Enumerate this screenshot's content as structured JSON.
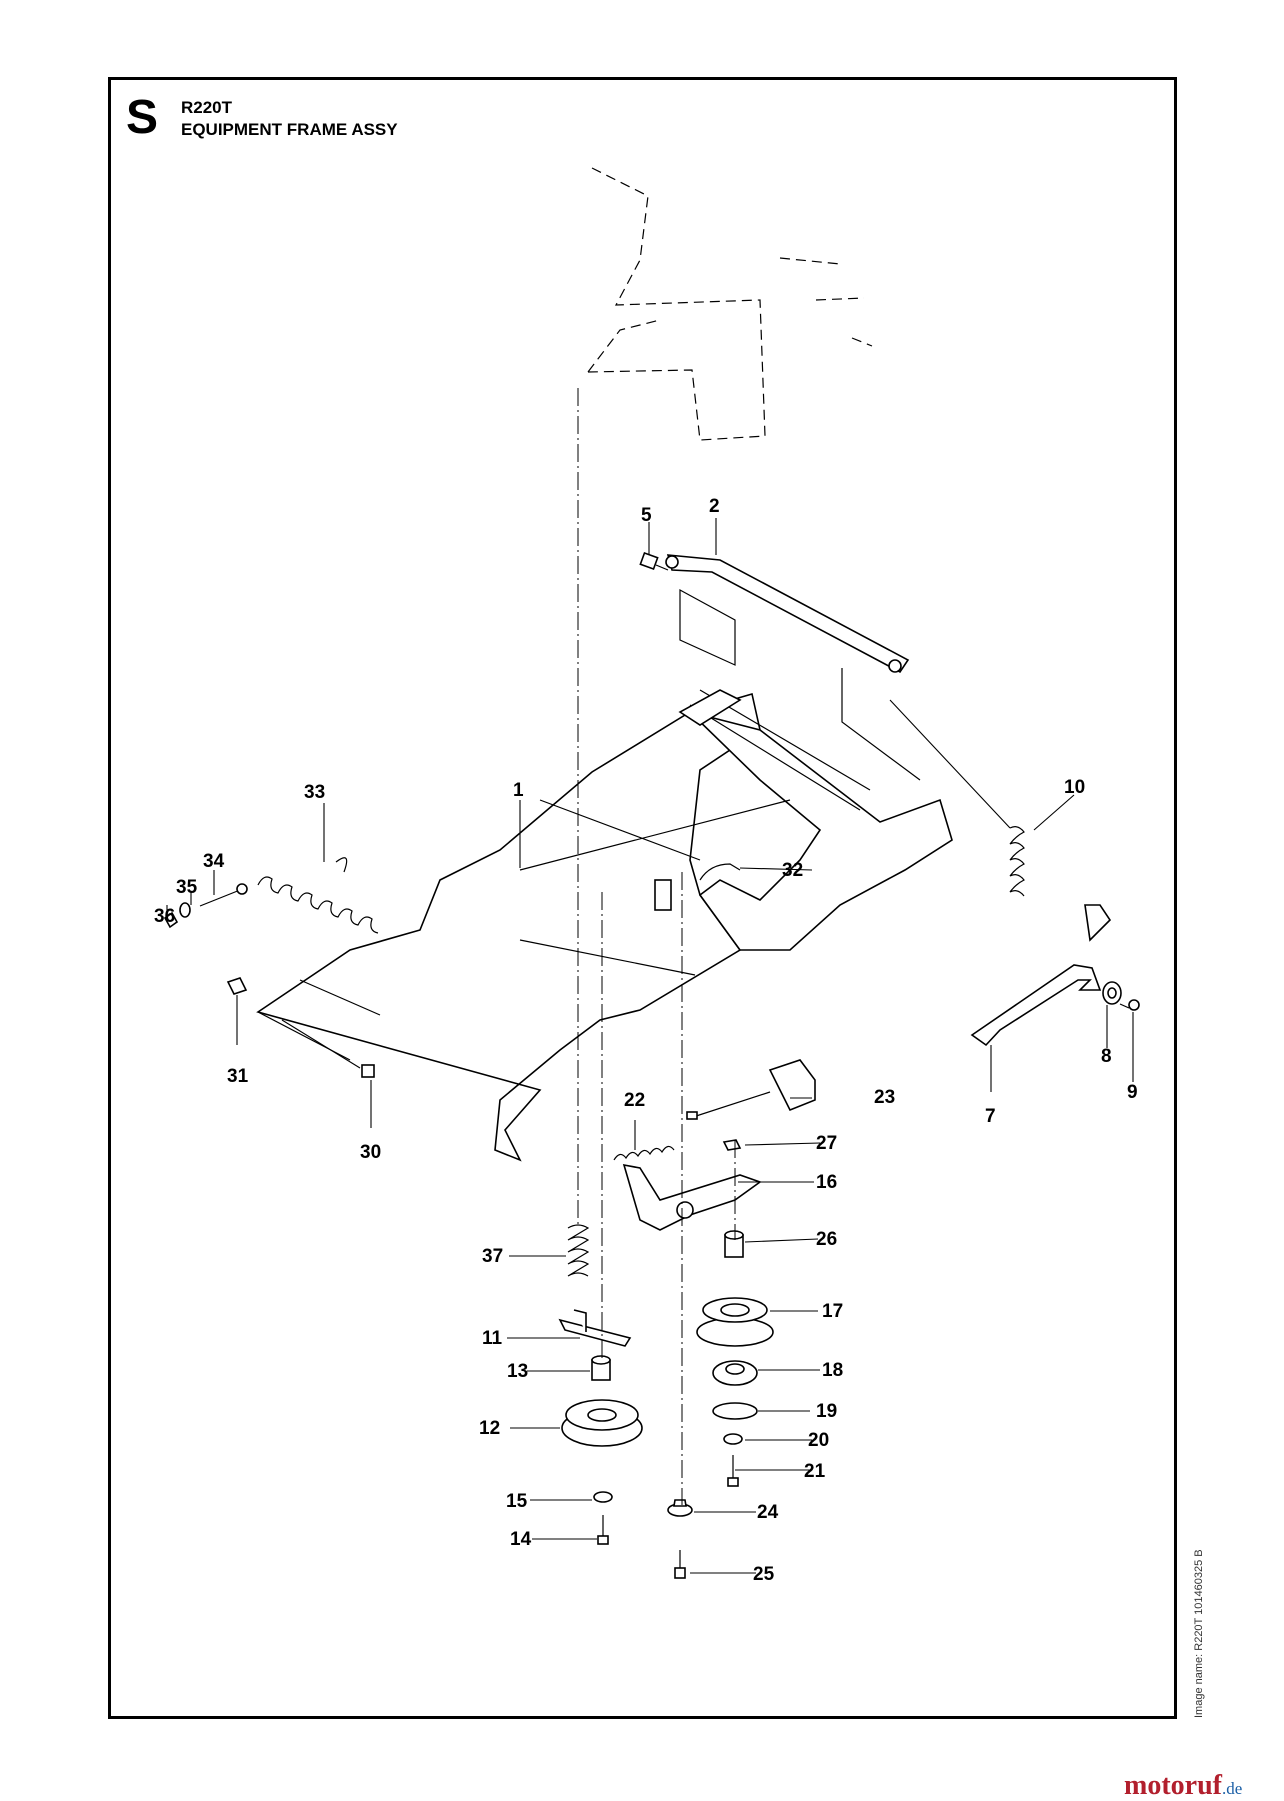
{
  "section_letter": "S",
  "model": "R220T",
  "assembly_title": "EQUIPMENT FRAME ASSY",
  "image_name_note": "Image name: R220T 101460325 B",
  "brand": {
    "name": "motoruf",
    "tld": ".de",
    "color": "#b21f2d",
    "tld_color": "#1b5fa6"
  },
  "callouts": [
    "1",
    "2",
    "5",
    "7",
    "8",
    "9",
    "10",
    "11",
    "12",
    "13",
    "14",
    "15",
    "16",
    "17",
    "18",
    "19",
    "20",
    "21",
    "22",
    "23",
    "24",
    "25",
    "26",
    "27",
    "30",
    "31",
    "32",
    "33",
    "34",
    "35",
    "36",
    "37"
  ]
}
